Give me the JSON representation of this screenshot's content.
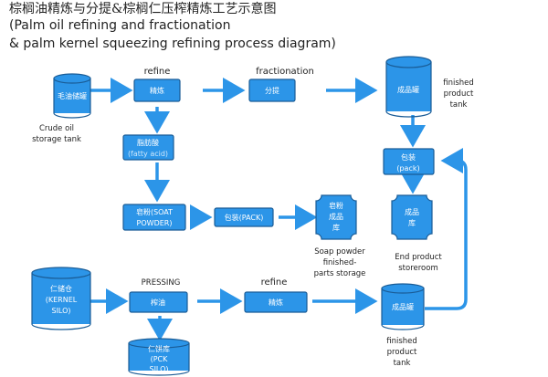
{
  "title": {
    "line1": "棕榈油精炼与分提&棕榈仁压榨精炼工艺示意图",
    "line2": "(Palm oil refining and fractionation",
    "line3": "& palm kernel squeezing refining process diagram)"
  },
  "colors": {
    "fill": "#2c95e8",
    "stroke": "#1a5c96",
    "arrow": "#2c95e8"
  },
  "nodes": {
    "crude_tank": "毛油储罐",
    "refine1": "精炼",
    "fractionation": "分提",
    "finished_tank1": "成品罐",
    "fatty_acid_cn": "脂肪酸",
    "fatty_acid_en": "(fatty acid)",
    "pack1_cn": "包装",
    "pack1_en": "(pack)",
    "soap_cn": "皂粉(SOAT",
    "soap_en": "POWDER)",
    "pack2": "包装(PACK)",
    "soap_store_1": "皂粉",
    "soap_store_2": "成品",
    "soap_store_3": "库",
    "product_store_1": "成品",
    "product_store_2": "库",
    "kernel_cn": "仁储仓",
    "kernel_en1": "(KERNEL",
    "kernel_en2": "SILO)",
    "pressing": "榨油",
    "refine2": "精炼",
    "finished_tank2": "成品罐",
    "pck_cn": "仁饼库",
    "pck_en1": "(PCK",
    "pck_en2": "SILO)"
  },
  "labels": {
    "refine_top": "refine",
    "fractionation_top": "fractionation",
    "finished1_a": "finished",
    "finished1_b": "product",
    "finished1_c": "tank",
    "crude_a": "Crude oil",
    "crude_b": "storage tank",
    "soap_a": "Soap powder",
    "soap_b": "finished-",
    "soap_c": "parts storage",
    "end_a": "End product",
    "end_b": "storeroom",
    "pressing_top": "PRESSING",
    "refine_bottom": "refine",
    "finished2_a": "finished",
    "finished2_b": "product",
    "finished2_c": "tank"
  }
}
